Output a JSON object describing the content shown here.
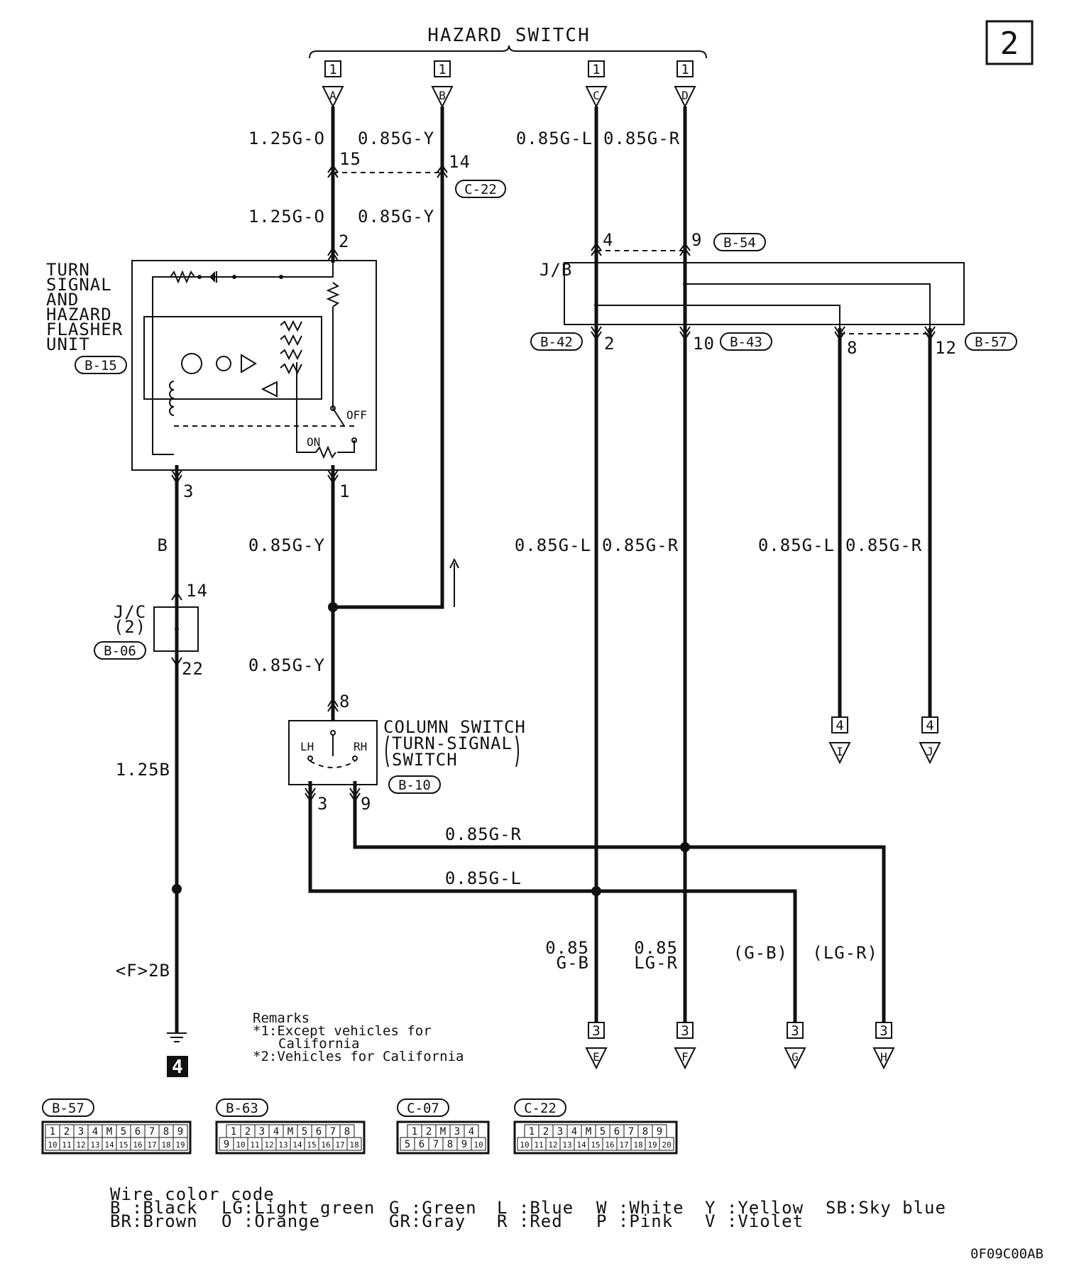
{
  "page_tag": "2",
  "hazard_switch": {
    "title": "HAZARD SWITCH",
    "pin_number": "1",
    "pins": [
      "A",
      "B",
      "C",
      "D"
    ]
  },
  "connectors": {
    "c22": "C-22",
    "b54": "B-54",
    "b42": "B-42",
    "b43": "B-43",
    "b57": "B-57",
    "b15": "B-15",
    "b06": "B-06",
    "b10": "B-10"
  },
  "wires": {
    "g_o_125": "1.25G-O",
    "g_y_085": "0.85G-Y",
    "g_l_085": "0.85G-L",
    "g_r_085": "0.85G-R",
    "b": "B",
    "b_125": "1.25B",
    "f_2b": "<F>2B",
    "gb_top": "0.85",
    "gb_bot": "G-B",
    "lgr_top": "0.85",
    "lgr_bot": "LG-R",
    "gb_paren": "(G-B)",
    "lgr_paren": "(LG-R)"
  },
  "pins": {
    "p15": "15",
    "p14": "14",
    "p2": "2",
    "p4": "4",
    "p9": "9",
    "p10": "10",
    "p8": "8",
    "p12": "12",
    "p3": "3",
    "p1": "1",
    "p22": "22"
  },
  "flasher": {
    "lines": [
      "TURN",
      "SIGNAL",
      "AND",
      "HAZARD",
      "FLASHER",
      "UNIT"
    ],
    "off": "OFF",
    "on": "ON"
  },
  "jb": "J/B",
  "jc": {
    "line1": "J/C",
    "line2": "(2)"
  },
  "column_switch": {
    "line1": "COLUMN SWITCH",
    "line2": "TURN-SIGNAL",
    "line3": "SWITCH",
    "lh": "LH",
    "rh": "RH"
  },
  "outputs": {
    "sheet3": "3",
    "sheet4": "4",
    "letters3": [
      "E",
      "F",
      "G",
      "H"
    ],
    "letters4": [
      "I",
      "J"
    ]
  },
  "ground_ref": "4",
  "remarks": {
    "title": "Remarks",
    "r1a": "*1:Except vehicles for",
    "r1b": "California",
    "r2": "*2:Vehicles for California"
  },
  "connector_views": [
    {
      "label": "B-57",
      "top": [
        "1",
        "2",
        "3",
        "4",
        "M",
        "5",
        "6",
        "7",
        "8",
        "9"
      ],
      "bottom": [
        "10",
        "11",
        "12",
        "13",
        "14",
        "15",
        "16",
        "17",
        "18",
        "19"
      ]
    },
    {
      "label": "B-63",
      "top": [
        "1",
        "2",
        "3",
        "4",
        "M",
        "5",
        "6",
        "7",
        "8"
      ],
      "bottom": [
        "9",
        "10",
        "11",
        "12",
        "13",
        "14",
        "15",
        "16",
        "17",
        "18"
      ]
    },
    {
      "label": "C-07",
      "top": [
        "1",
        "2",
        "M",
        "3",
        "4"
      ],
      "bottom": [
        "5",
        "6",
        "7",
        "8",
        "9",
        "10"
      ]
    },
    {
      "label": "C-22",
      "top": [
        "1",
        "2",
        "3",
        "4",
        "M",
        "5",
        "6",
        "7",
        "8",
        "9"
      ],
      "bottom": [
        "10",
        "11",
        "12",
        "13",
        "14",
        "15",
        "16",
        "17",
        "18",
        "19",
        "20"
      ]
    }
  ],
  "color_code": {
    "title": "Wire color code",
    "entries": [
      "B :Black",
      "BR:Brown",
      "LG:Light green",
      "O :Orange",
      "G :Green",
      "GR:Gray",
      "L :Blue",
      "R :Red",
      "W :White",
      "P :Pink",
      "Y :Yellow",
      "V :Violet",
      "SB:Sky blue"
    ]
  },
  "doc_code": "0F09C00AB"
}
